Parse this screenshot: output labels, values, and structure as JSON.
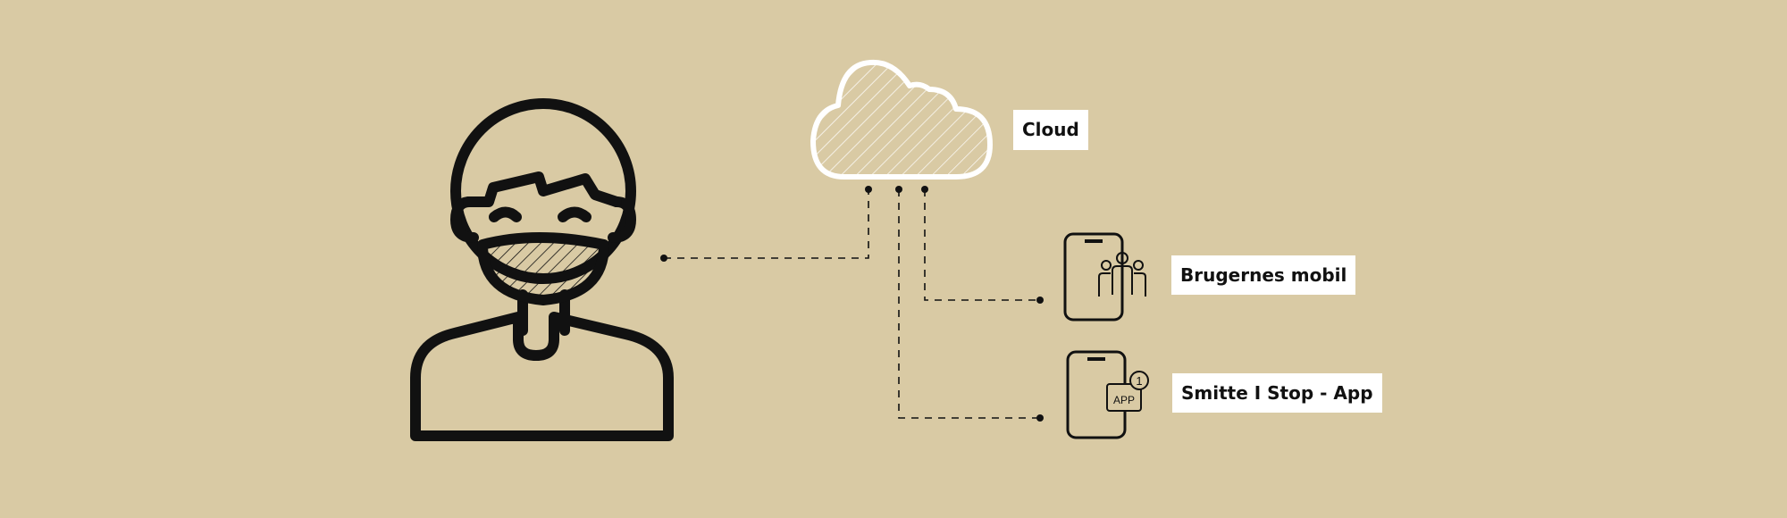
{
  "diagram": {
    "labels": {
      "cloud": "Cloud",
      "user_phone": "Brugernes mobil",
      "app": "Smitte I Stop - App"
    },
    "badge": {
      "count": "1",
      "app_text": "APP"
    },
    "colors": {
      "background": "#d9caa4",
      "stroke": "#111111",
      "cloud_stroke": "#ffffff",
      "label_bg": "#ffffff"
    },
    "icons": [
      "person-with-mask-icon",
      "cloud-icon",
      "phone-users-icon",
      "phone-app-notification-icon"
    ]
  }
}
